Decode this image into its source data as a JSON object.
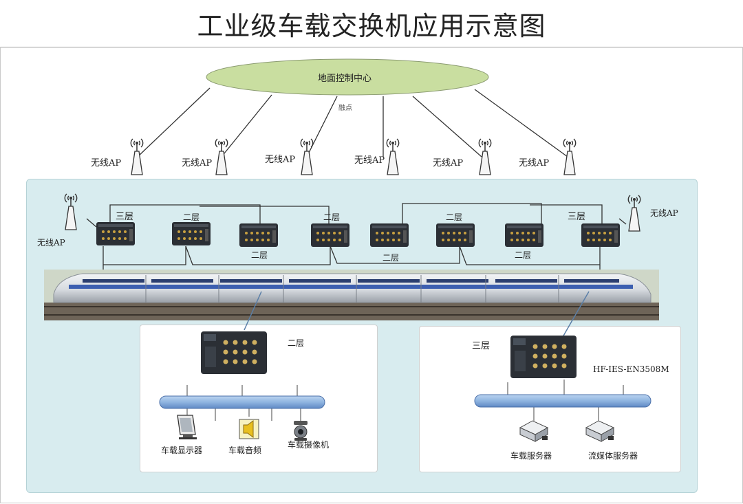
{
  "title": "工业级车载交换机应用示意图",
  "ground_center": "地面控制中心",
  "node_label": "融点",
  "wireless_ap": "无线AP",
  "wireless_ap_left": "无线AP",
  "layer_two": "二层",
  "layer_three": "三层",
  "switch_model": "HF-IES-EN3508M",
  "devices": {
    "display": "车载显示器",
    "audio": "车载音频",
    "camera": "车载摄像机",
    "server": "车载服务器",
    "stream_server": "流媒体服务器"
  },
  "colors": {
    "ground_fill": "#c9dea0",
    "panel_bg": "#d8ecef",
    "bus_blue": "#8fb4e0",
    "switch_dark": "#2b2f35"
  }
}
